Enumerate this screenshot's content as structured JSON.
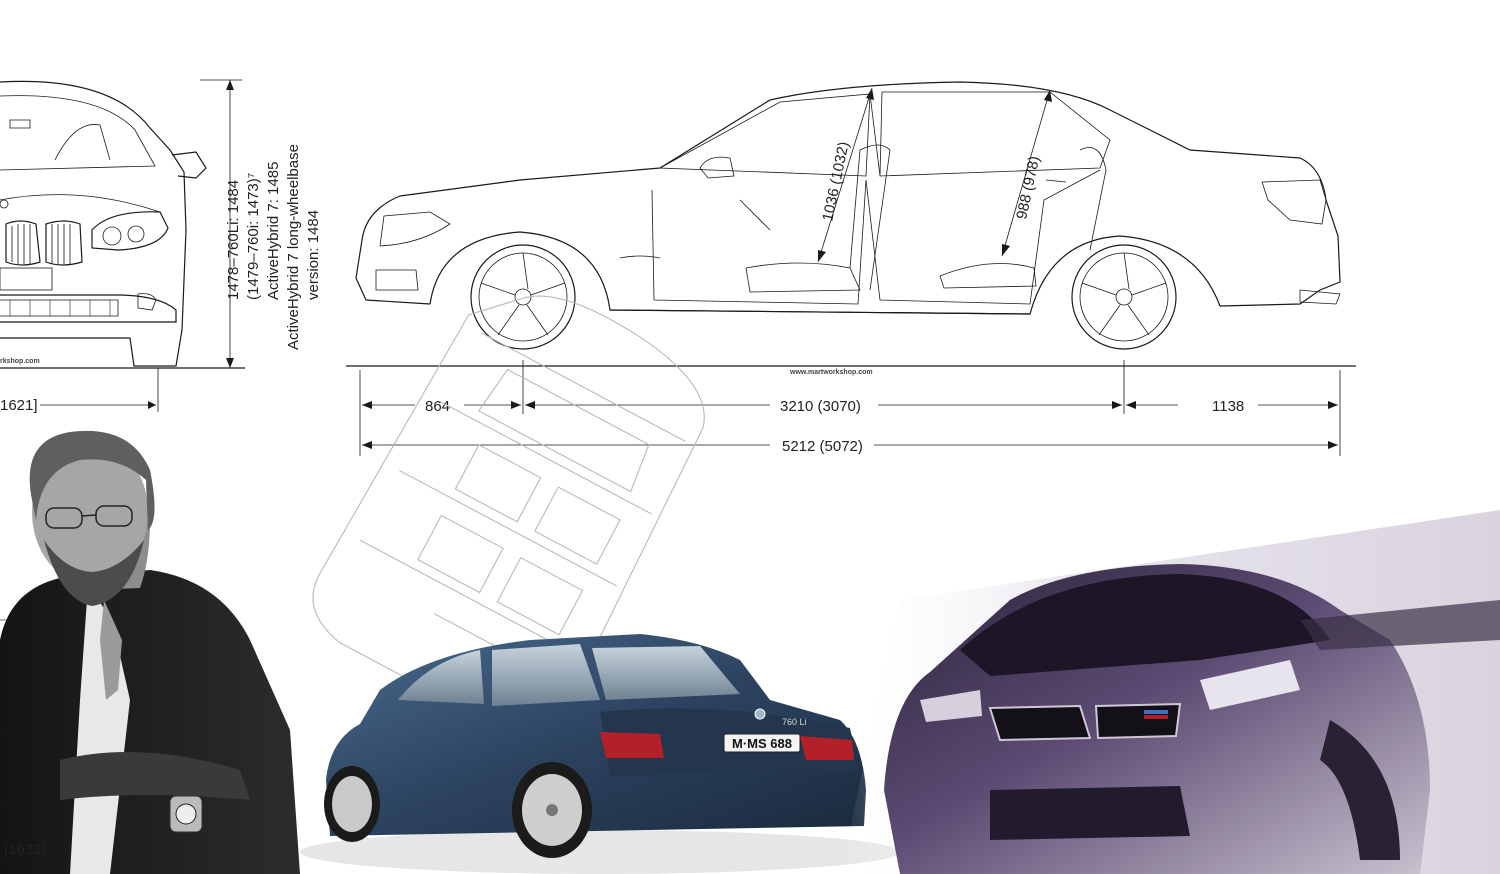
{
  "blueprint": {
    "front_height_lines": [
      "1478–760Li: 1484",
      "(1479–760i: 1473)⁷",
      "ActiveHybrid 7: 1485",
      "ActiveHybrid 7 long-wheelbase",
      "version: 1484"
    ],
    "front_width_label": "1621]",
    "side_headroom_front": "1036 (1032)",
    "side_headroom_rear": "988 (978)",
    "front_overhang": "864",
    "wheelbase": "3210 (3070)",
    "rear_overhang": "1138",
    "overall_length": "5212 (5072)",
    "watermark_side": "www.martworkshop.com",
    "watermark_front": "rkshop.com",
    "side_label_left": "[1632]"
  },
  "photo_car": {
    "badge": "760 Li",
    "plate": "M·MS 688",
    "body_color": "#2c4360"
  },
  "sketch_car": {
    "accent": "#6a3f8c"
  }
}
